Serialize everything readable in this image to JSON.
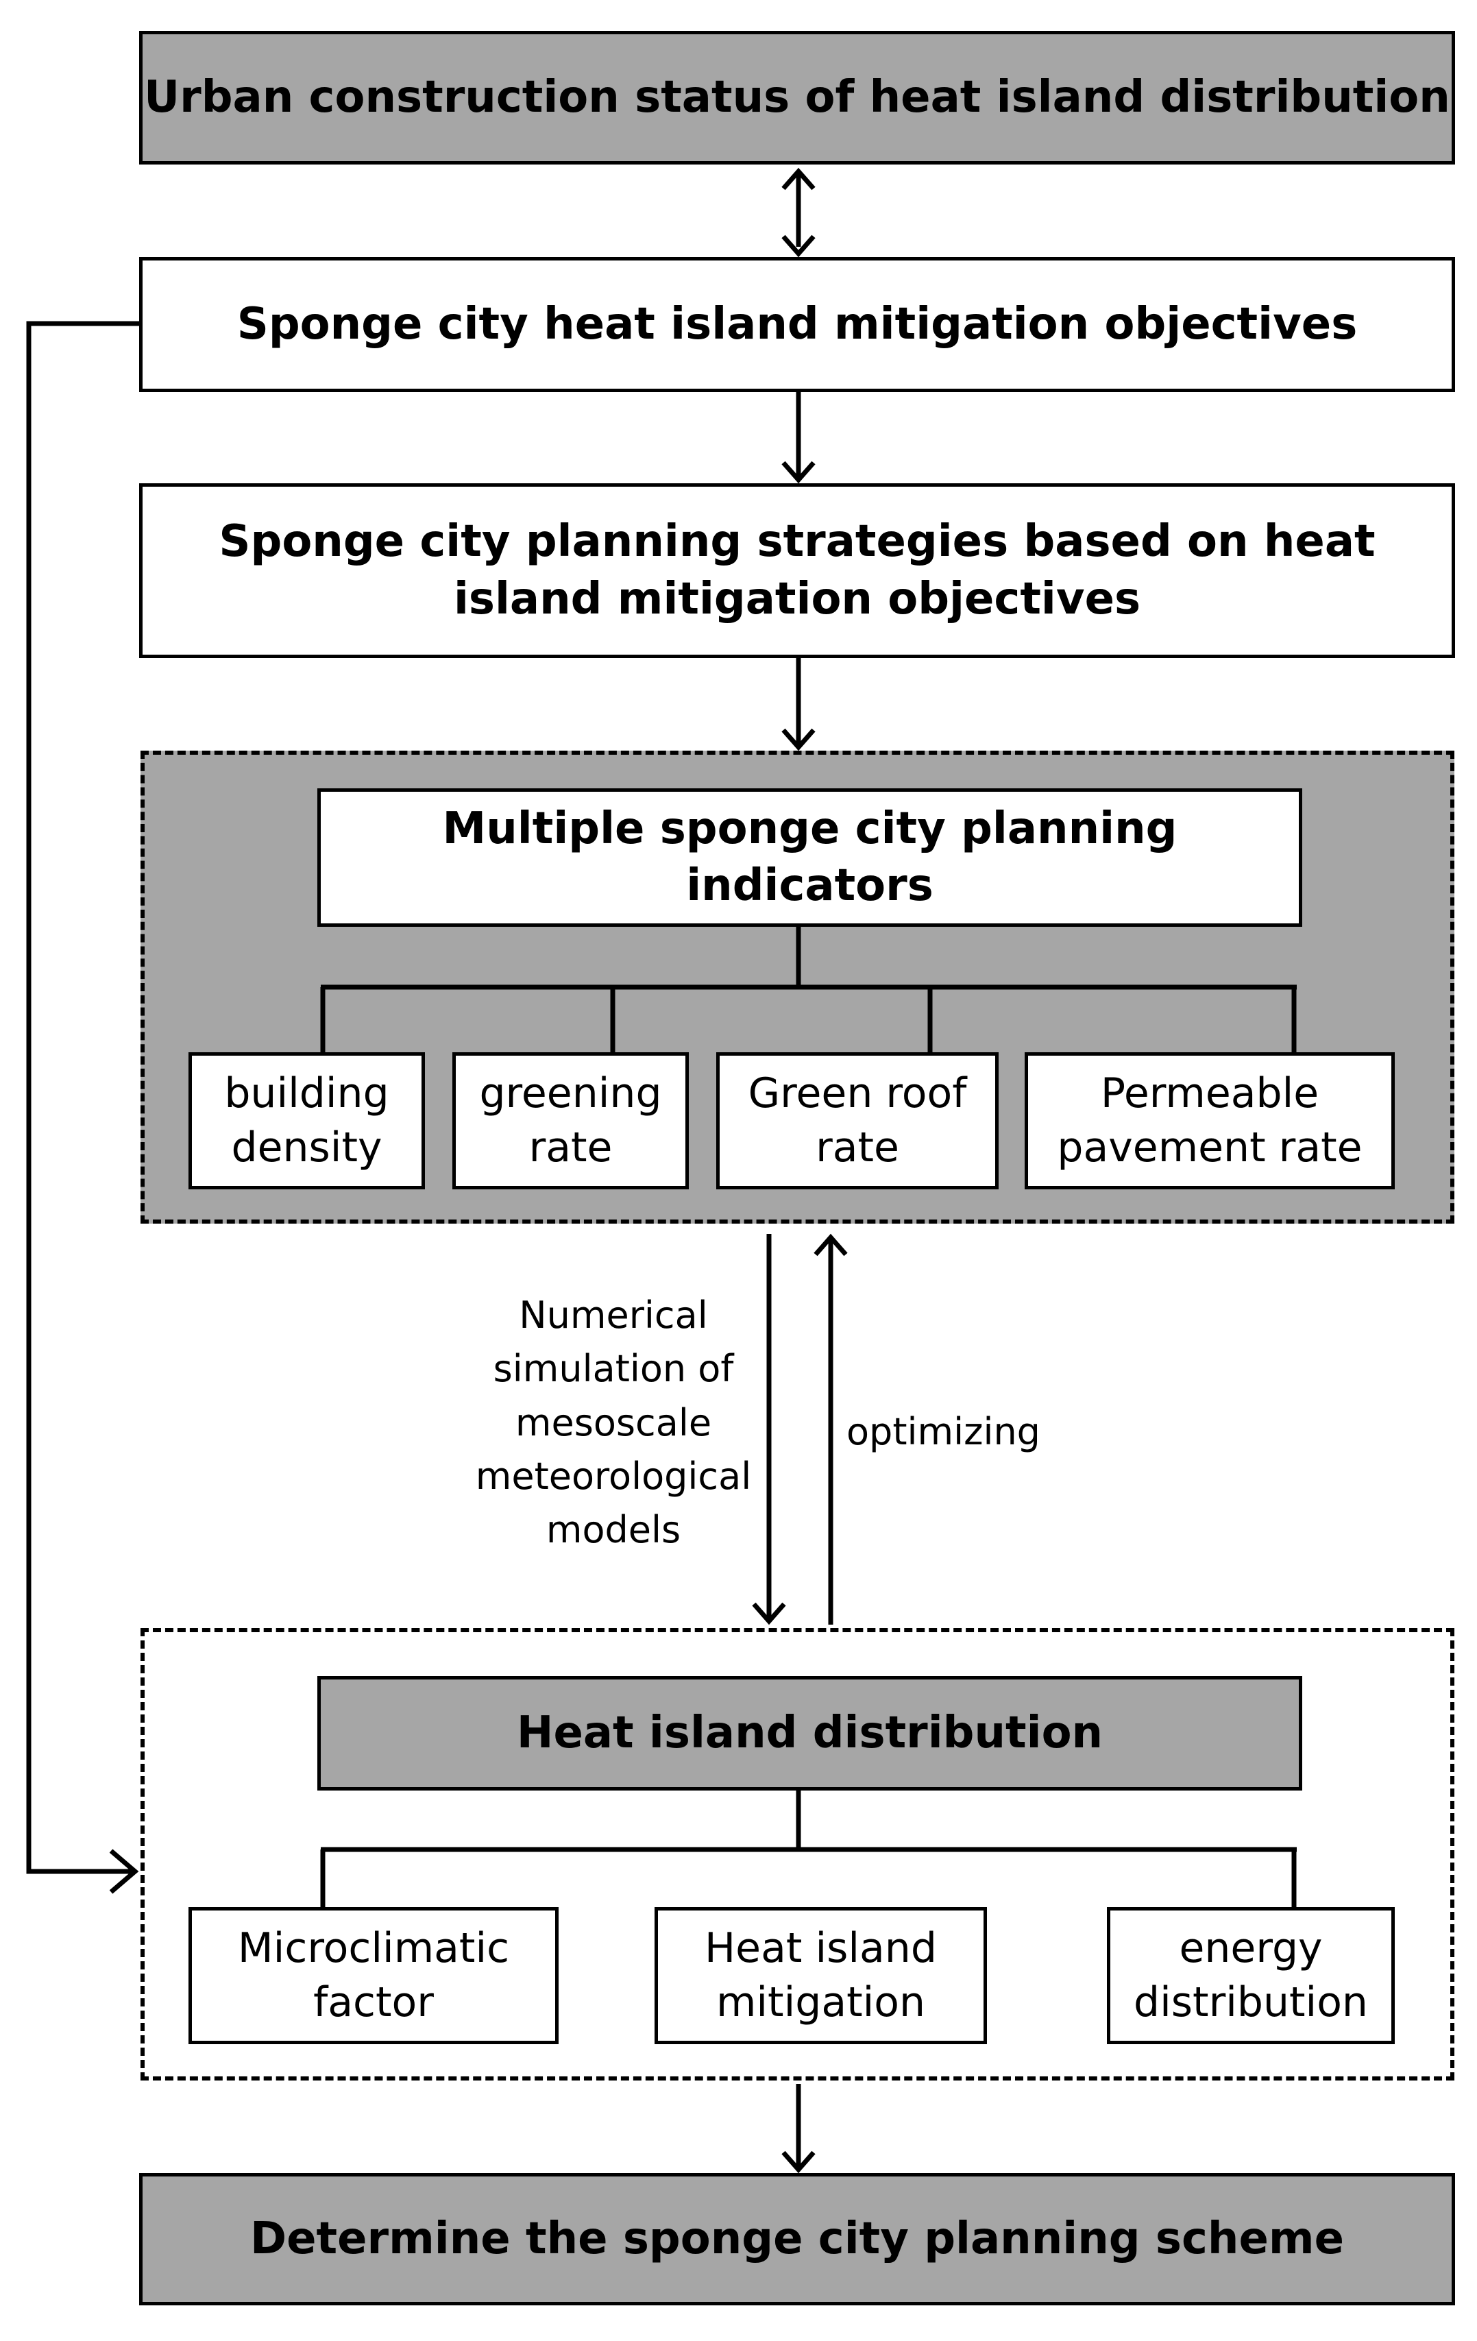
{
  "nodes": {
    "status": "Urban construction status of heat island distribution",
    "objectives": "Sponge city heat island mitigation objectives",
    "strategies": "Sponge city planning strategies based on heat island mitigation objectives",
    "indicators_title": "Multiple sponge city planning indicators",
    "indicators": [
      "building density",
      "greening rate",
      "Green roof rate",
      "Permeable pavement rate"
    ],
    "distribution_title": "Heat island distribution",
    "factors": [
      "Microclimatic factor",
      "Heat island mitigation",
      "energy distribution"
    ],
    "scheme": "Determine the sponge city planning scheme"
  },
  "edge_labels": {
    "simulation": "Numerical simulation of mesoscale meteorological models",
    "optimizing": "optimizing"
  },
  "colors": {
    "grey_fill": "#a6a6a6",
    "line": "#000000",
    "box_fill": "#ffffff"
  }
}
